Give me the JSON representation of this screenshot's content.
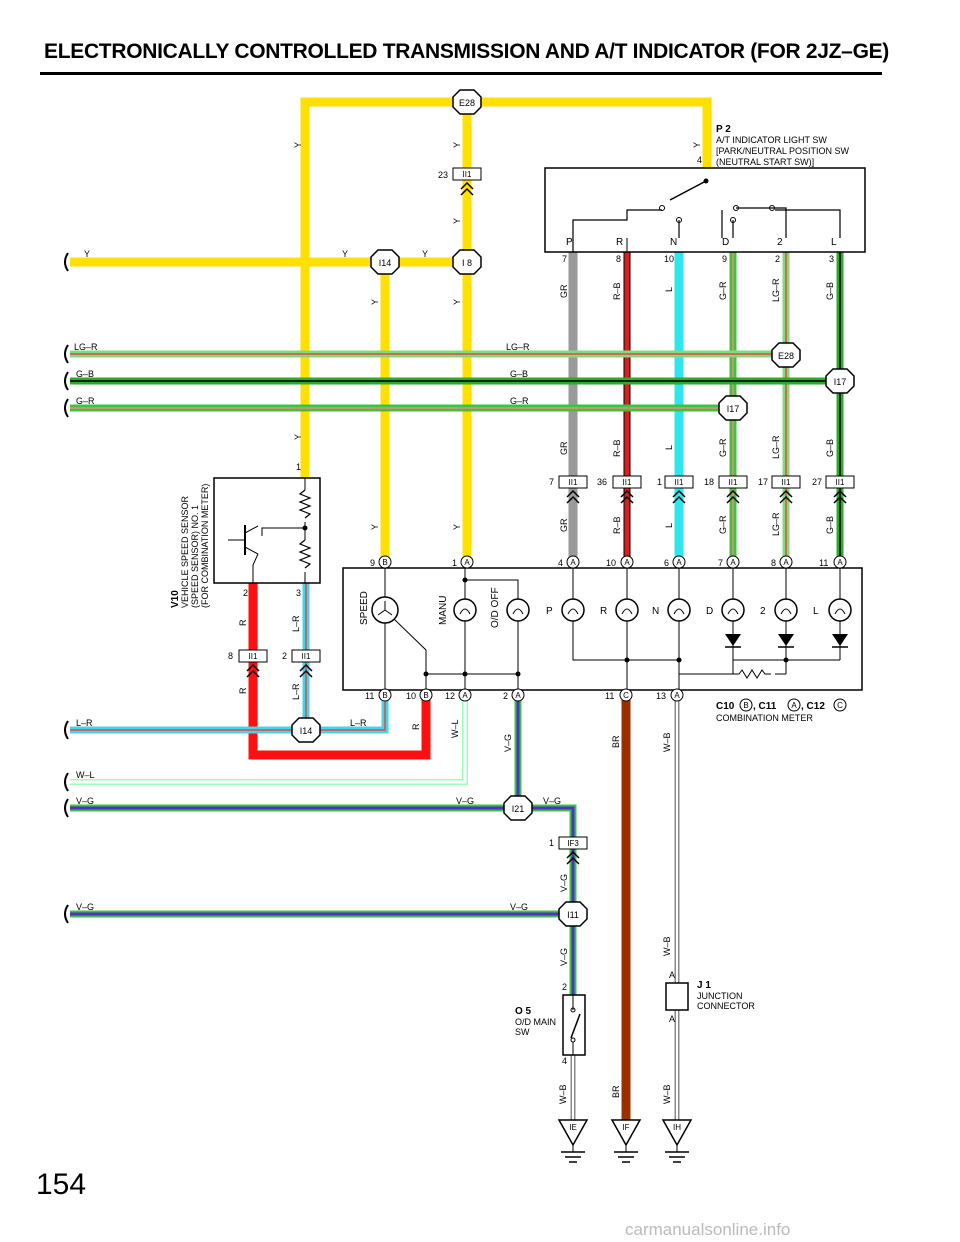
{
  "title": "ELECTRONICALLY CONTROLLED TRANSMISSION AND A/T INDICATOR (FOR 2JZ–GE)",
  "page_number": "154",
  "watermark": "carmanualsonline.info",
  "colors": {
    "Y": "#ffe000",
    "LG-R": "#7ddc7d",
    "G-B": "#2ea82e",
    "G-R": "#3cc43c",
    "GR": "#9a9a9a",
    "R-B": "#d82020",
    "L": "#2ee6ee",
    "R": "#ff1010",
    "L-R": "#40d8e8",
    "W-L": "#d8f0f0",
    "V-G": "#5030c8",
    "BR": "#9a3000",
    "W-B": "#c8c8c8"
  },
  "wire_colors": {
    "Y": "Y",
    "LG_R": "LG–R",
    "G_B": "G–B",
    "G_R": "G–R",
    "GR": "GR",
    "R_B": "R–B",
    "L": "L",
    "R": "R",
    "L_R": "L–R",
    "W_L": "W–L",
    "V_G": "V–G",
    "BR": "BR",
    "W_B": "W–B"
  },
  "connectors": {
    "E28": "E28",
    "II1": "II1",
    "I14": "I14",
    "I8": "I 8",
    "I17": "I17",
    "I21": "I21",
    "IF3": "IF3",
    "I11": "I11"
  },
  "grounds": {
    "IE": "IE",
    "IF": "IF",
    "IH": "IH"
  },
  "pins": {
    "p1": "1",
    "p2": "2",
    "p3": "3",
    "p4": "4",
    "p6": "6",
    "p7": "7",
    "p8": "8",
    "p9": "9",
    "p10": "10",
    "p11": "11",
    "p12": "12",
    "p13": "13",
    "p17": "17",
    "p18": "18",
    "p23": "23",
    "p27": "27",
    "p36": "36"
  },
  "connector_letters": {
    "A": "A",
    "B": "B",
    "C": "C"
  },
  "components": {
    "p2": {
      "code": "P 2",
      "line1": "A/T INDICATOR LIGHT SW",
      "line2": "[PARK/NEUTRAL POSITION SW",
      "line3": "(NEUTRAL START SW)]",
      "positions": [
        "P",
        "R",
        "N",
        "D",
        "2",
        "L"
      ]
    },
    "v10": {
      "code": "V10",
      "line1": "VEHICLE SPEED SENSOR",
      "line2": "(SPEED SENSOR) NO. 1",
      "line3": "(FOR COMBINATION METER)"
    },
    "meter": {
      "code_c10": "C10",
      "sep1": ", C11",
      "sep2": ", C12",
      "name": "COMBINATION METER",
      "speed": "SPEED",
      "manu": "MANU",
      "od_off": "O/D OFF",
      "indicators": [
        "P",
        "R",
        "N",
        "D",
        "2",
        "L"
      ]
    },
    "o5": {
      "code": "O 5",
      "line1": "O/D MAIN",
      "line2": "SW"
    },
    "j1": {
      "code": "J 1",
      "line1": "JUNCTION",
      "line2": "CONNECTOR",
      "pin": "A"
    }
  }
}
